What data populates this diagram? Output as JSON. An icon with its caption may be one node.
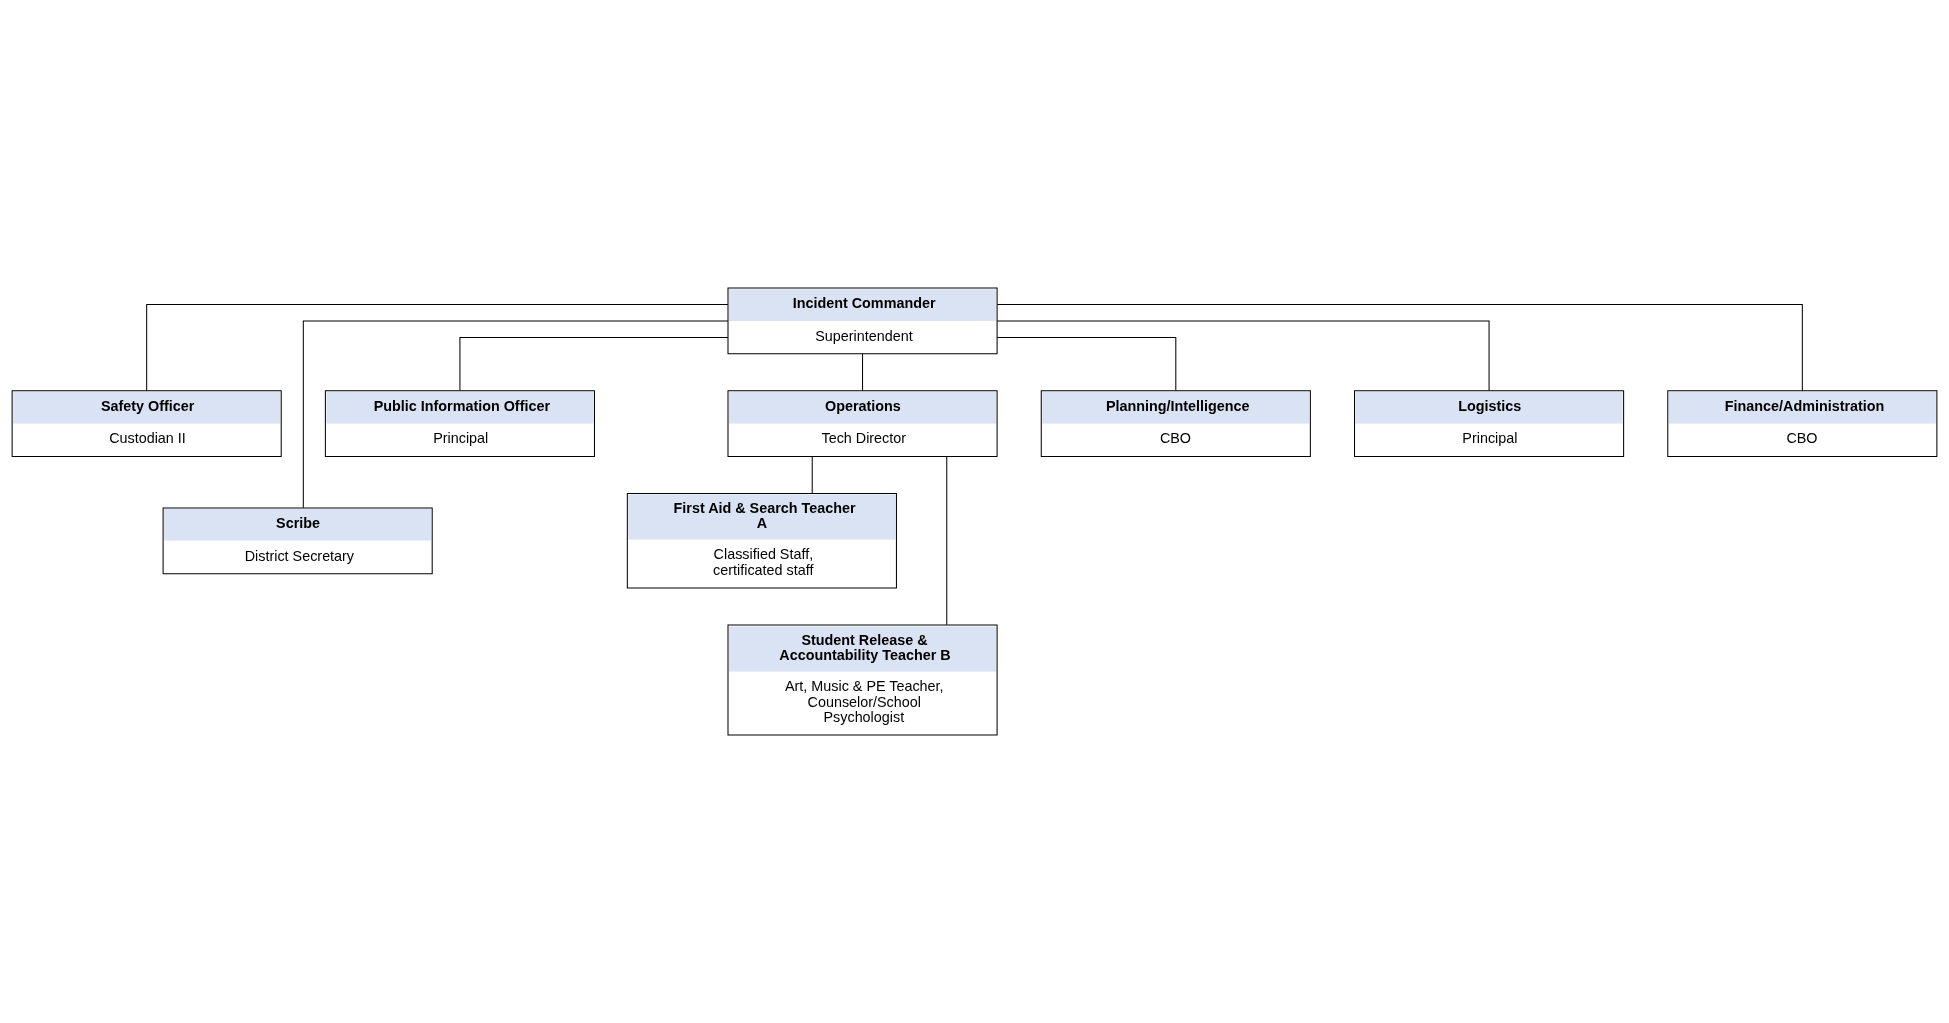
{
  "diagram": {
    "nodes": [
      {
        "text": [
          "Incident Commander",
          "Superintendent"
        ]
      },
      {
        "text": [
          "Safety Officer",
          "Custodian II"
        ]
      },
      {
        "text": [
          "Public Information Officer",
          "Principal"
        ]
      },
      {
        "text": [
          "Scribe",
          "District Secretary"
        ]
      },
      {
        "text": [
          "Operations",
          "Tech Director"
        ]
      },
      {
        "text": [
          "Planning/Intelligence",
          "CBO"
        ]
      },
      {
        "text": [
          "Logistics",
          "Principal"
        ]
      },
      {
        "text": [
          "Finance/Administration",
          "CBO"
        ]
      },
      {
        "text": [
          "First Aid & Search Teacher A",
          "Classified Staff, certificated staff"
        ]
      },
      {
        "text": [
          "Student Release & Accountability Teacher B",
          "Art, Music & PE Teacher, Counselor/School Psychologist"
        ]
      }
    ],
    "edges": [
      {
        "from": 0,
        "to": 1,
        "arrow": "none"
      },
      {
        "from": 0,
        "to": 2,
        "arrow": "none"
      },
      {
        "from": 0,
        "to": 3,
        "arrow": "none"
      },
      {
        "from": 0,
        "to": 4,
        "arrow": "none"
      },
      {
        "from": 0,
        "to": 5,
        "arrow": "none"
      },
      {
        "from": 0,
        "to": 6,
        "arrow": "none"
      },
      {
        "from": 0,
        "to": 7,
        "arrow": "none"
      },
      {
        "from": 4,
        "to": 8,
        "arrow": "none"
      },
      {
        "from": 4,
        "to": 9,
        "arrow": "none"
      }
    ]
  }
}
